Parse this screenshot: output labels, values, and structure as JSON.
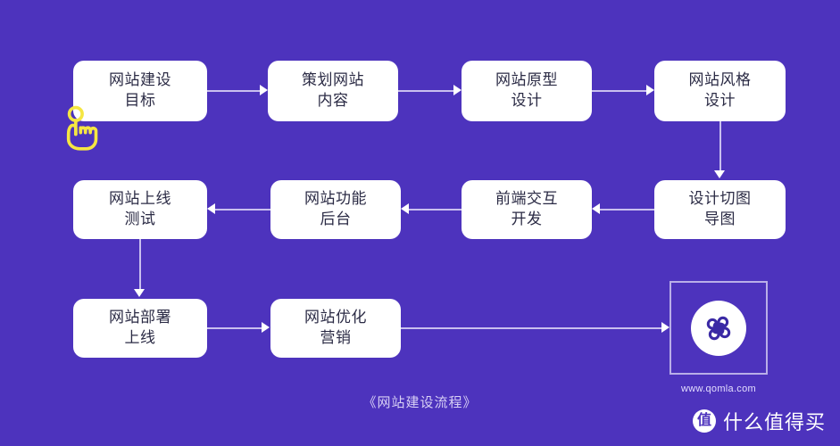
{
  "theme": {
    "background": "#4d33bd",
    "node_fill": "#ffffff",
    "node_text": "#2b2b45",
    "connector": "#c9bfef",
    "arrowhead": "#ffffff",
    "caption_text": "#d8d0f5",
    "cursor": "#f5e642"
  },
  "diagram": {
    "caption": "《网站建设流程》",
    "nodes": [
      {
        "id": "n1",
        "line1": "网站建设",
        "line2": "目标"
      },
      {
        "id": "n2",
        "line1": "策划网站",
        "line2": "内容"
      },
      {
        "id": "n3",
        "line1": "网站原型",
        "line2": "设计"
      },
      {
        "id": "n4",
        "line1": "网站风格",
        "line2": "设计"
      },
      {
        "id": "n5",
        "line1": "设计切图",
        "line2": "导图"
      },
      {
        "id": "n6",
        "line1": "前端交互",
        "line2": "开发"
      },
      {
        "id": "n7",
        "line1": "网站功能",
        "line2": "后台"
      },
      {
        "id": "n8",
        "line1": "网站上线",
        "line2": "测试"
      },
      {
        "id": "n9",
        "line1": "网站部署",
        "line2": "上线"
      },
      {
        "id": "n10",
        "line1": "网站优化",
        "line2": "营销"
      }
    ]
  },
  "branding": {
    "url": "www.qomla.com",
    "logo_icon": "qomla-clover-logo-icon"
  },
  "watermark": {
    "badge": "值",
    "text": "什么值得买"
  },
  "cursor": {
    "icon": "tap-hand-cursor-icon"
  }
}
